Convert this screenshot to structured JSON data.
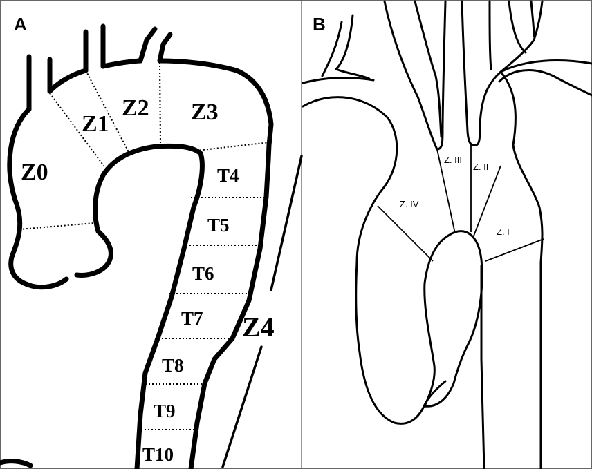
{
  "panel_a": {
    "letter": "A",
    "zones": {
      "z0": "Z0",
      "z1": "Z1",
      "z2": "Z2",
      "z3": "Z3",
      "z4": "Z4"
    },
    "segments": [
      "T4",
      "T5",
      "T6",
      "T7",
      "T8",
      "T9",
      "T10"
    ]
  },
  "panel_b": {
    "letter": "B",
    "zones": {
      "z1": "Z. I",
      "z2": "Z. II",
      "z3": "Z. III",
      "z4": "Z. IV"
    }
  },
  "colors": {
    "line": "#000000",
    "background": "#ffffff",
    "divider": "#555555"
  }
}
